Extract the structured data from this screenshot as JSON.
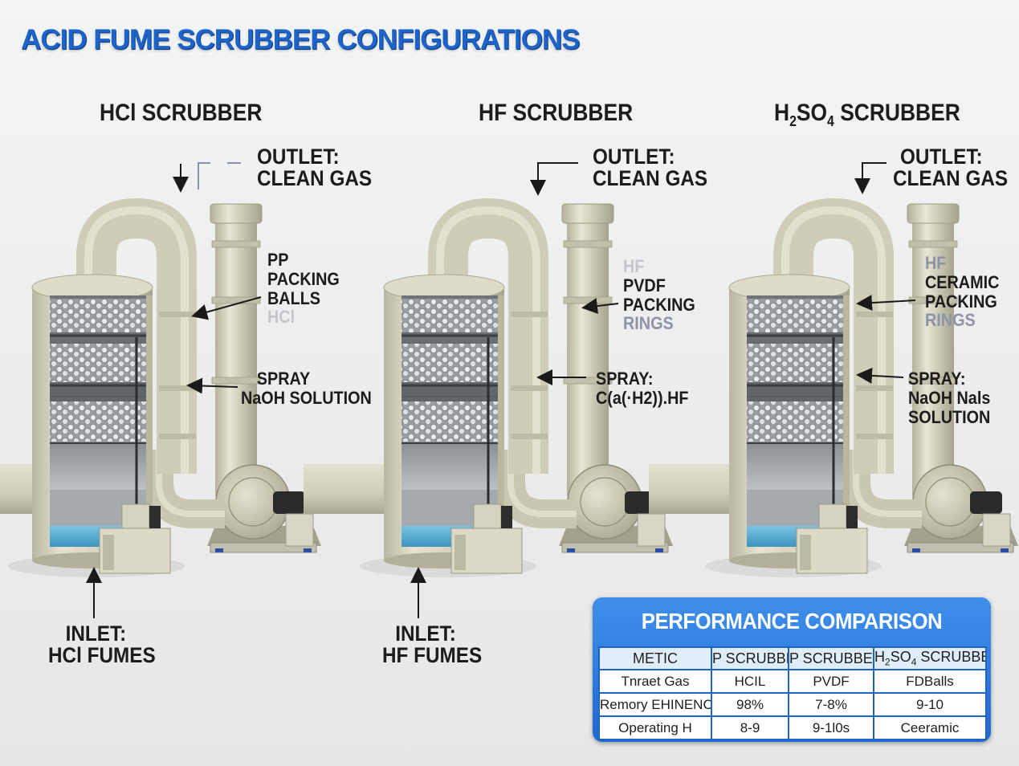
{
  "title": "ACID FUME SCRUBBER CONFIGURATIONS",
  "scrubbers": [
    {
      "title": "HCl SCRUBBER",
      "outlet": [
        "OUTLET:",
        "CLEAN GAS"
      ],
      "packing": [
        "PP",
        "PACKING",
        "BALLS",
        "HCl"
      ],
      "spray": [
        "SPRAY",
        "NaOH SOLUTION"
      ],
      "inlet": [
        "INLET:",
        "HCl FUMES"
      ]
    },
    {
      "title": "HF SCRUBBER",
      "outlet": [
        "OUTLET:",
        "CLEAN GAS"
      ],
      "packing": [
        "HF",
        "PVDF",
        "PACKING",
        "RINGS"
      ],
      "spray": [
        "SPRAY:",
        "C(a(·H2)).HF"
      ],
      "inlet": [
        "INLET:",
        "HF FUMES"
      ]
    },
    {
      "title_main": "H",
      "title_sub1": "2",
      "title_mid": "SO",
      "title_sub2": "4",
      "title_end": " SCRUBBER",
      "outlet": [
        "OUTLET:",
        "CLEAN GAS"
      ],
      "packing": [
        "HF",
        "CERAMIC",
        "PACKING",
        "RINGS"
      ],
      "spray": [
        "SPRAY:",
        "NaOH Nals",
        "SOLUTION"
      ]
    }
  ],
  "performance": {
    "title": "PERFORMANCE COMPARISON",
    "headers": [
      "METIC",
      "P SCRUBBER",
      "P SCRUBBER"
    ],
    "header_h2so4": {
      "a": "H",
      "b": "2",
      "c": "SO",
      "d": "4",
      "e": " SCRUBBER"
    },
    "rows": [
      [
        "Tnraet Gas",
        "HCIL",
        "PVDF",
        "FDBalls"
      ],
      [
        "Remory EHINENCY",
        "98%",
        "7-8%",
        "9-10"
      ],
      [
        "Operating H",
        "8-9",
        "9-1l0s",
        "Ceeramic"
      ]
    ]
  },
  "colors": {
    "title_blue": "#1e63c7",
    "vessel_beige": "#d4d2bd",
    "liquid_blue": "#5fb3d9",
    "panel_blue": "#2a78de"
  }
}
